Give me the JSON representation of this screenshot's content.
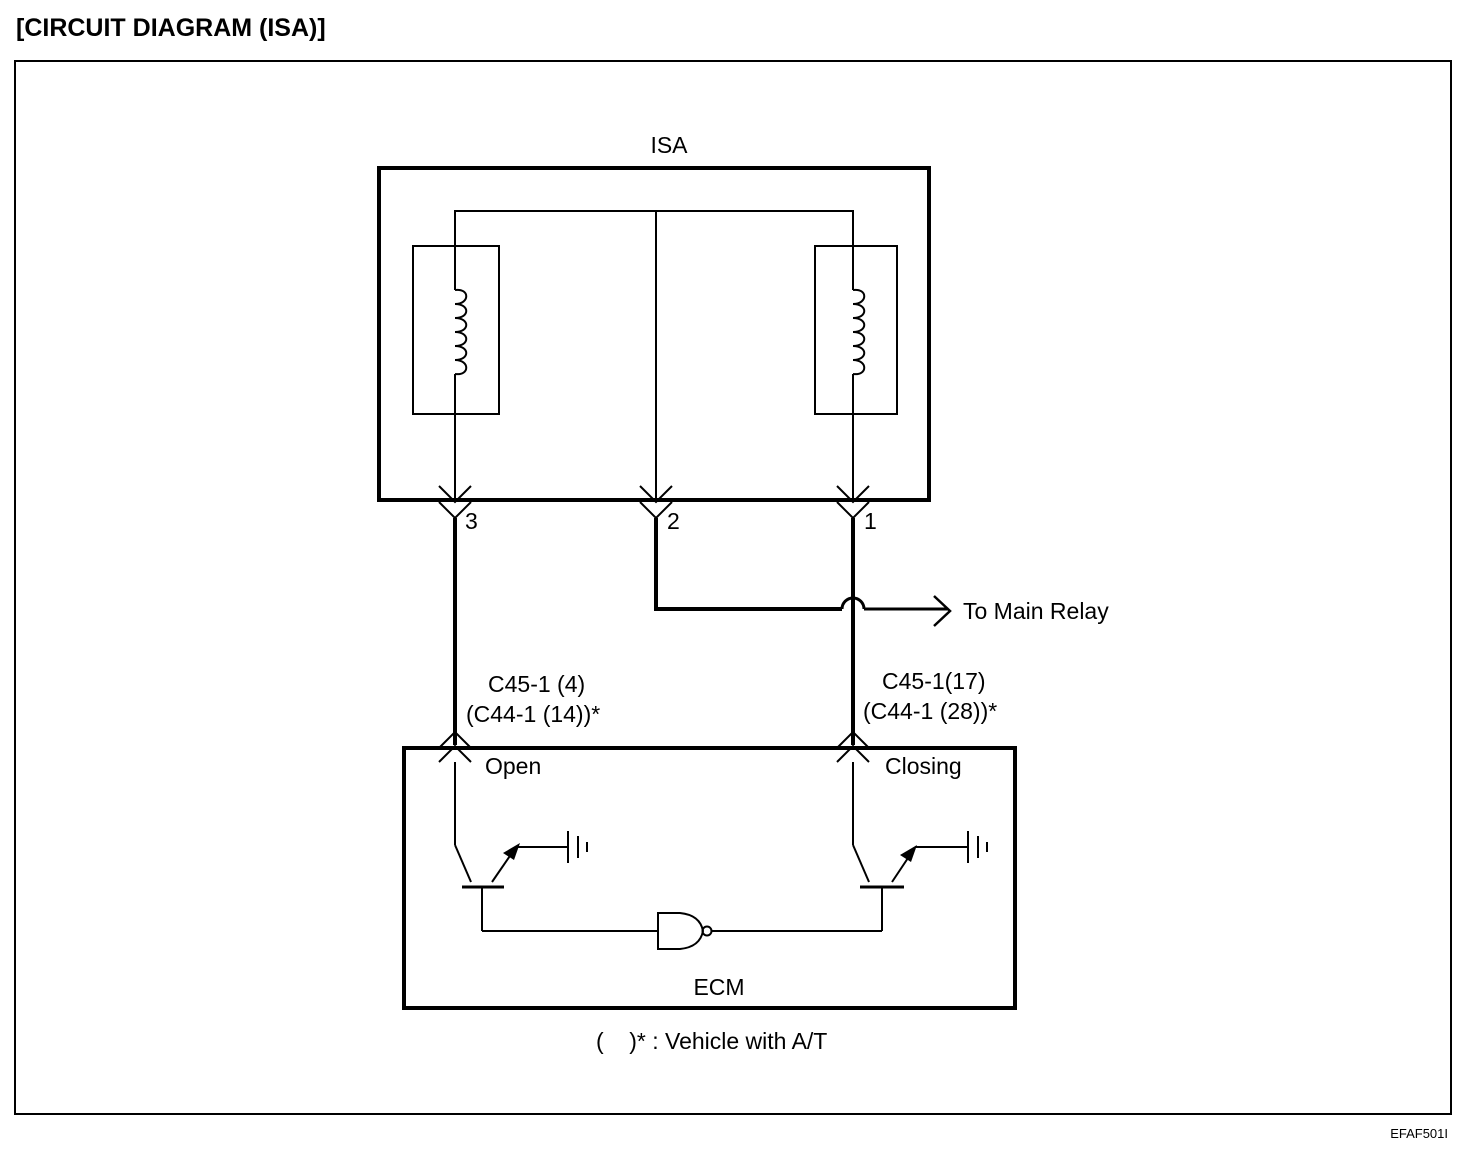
{
  "title": "[CIRCUIT DIAGRAM (ISA)]",
  "isa": {
    "label": "ISA"
  },
  "ecm": {
    "label": "ECM"
  },
  "pins": {
    "pin3": "3",
    "pin2": "2",
    "pin1": "1"
  },
  "main_relay": {
    "label": "To Main Relay"
  },
  "connectors": {
    "open_line1": "C45-1 (4)",
    "open_line2": "(C44-1 (14))*",
    "close_line1": "C45-1(17)",
    "close_line2": "(C44-1 (28))*"
  },
  "ecm_outputs": {
    "open": "Open",
    "closing": "Closing"
  },
  "note": "(    )* : Vehicle with A/T",
  "figure_code": "EFAF501I"
}
